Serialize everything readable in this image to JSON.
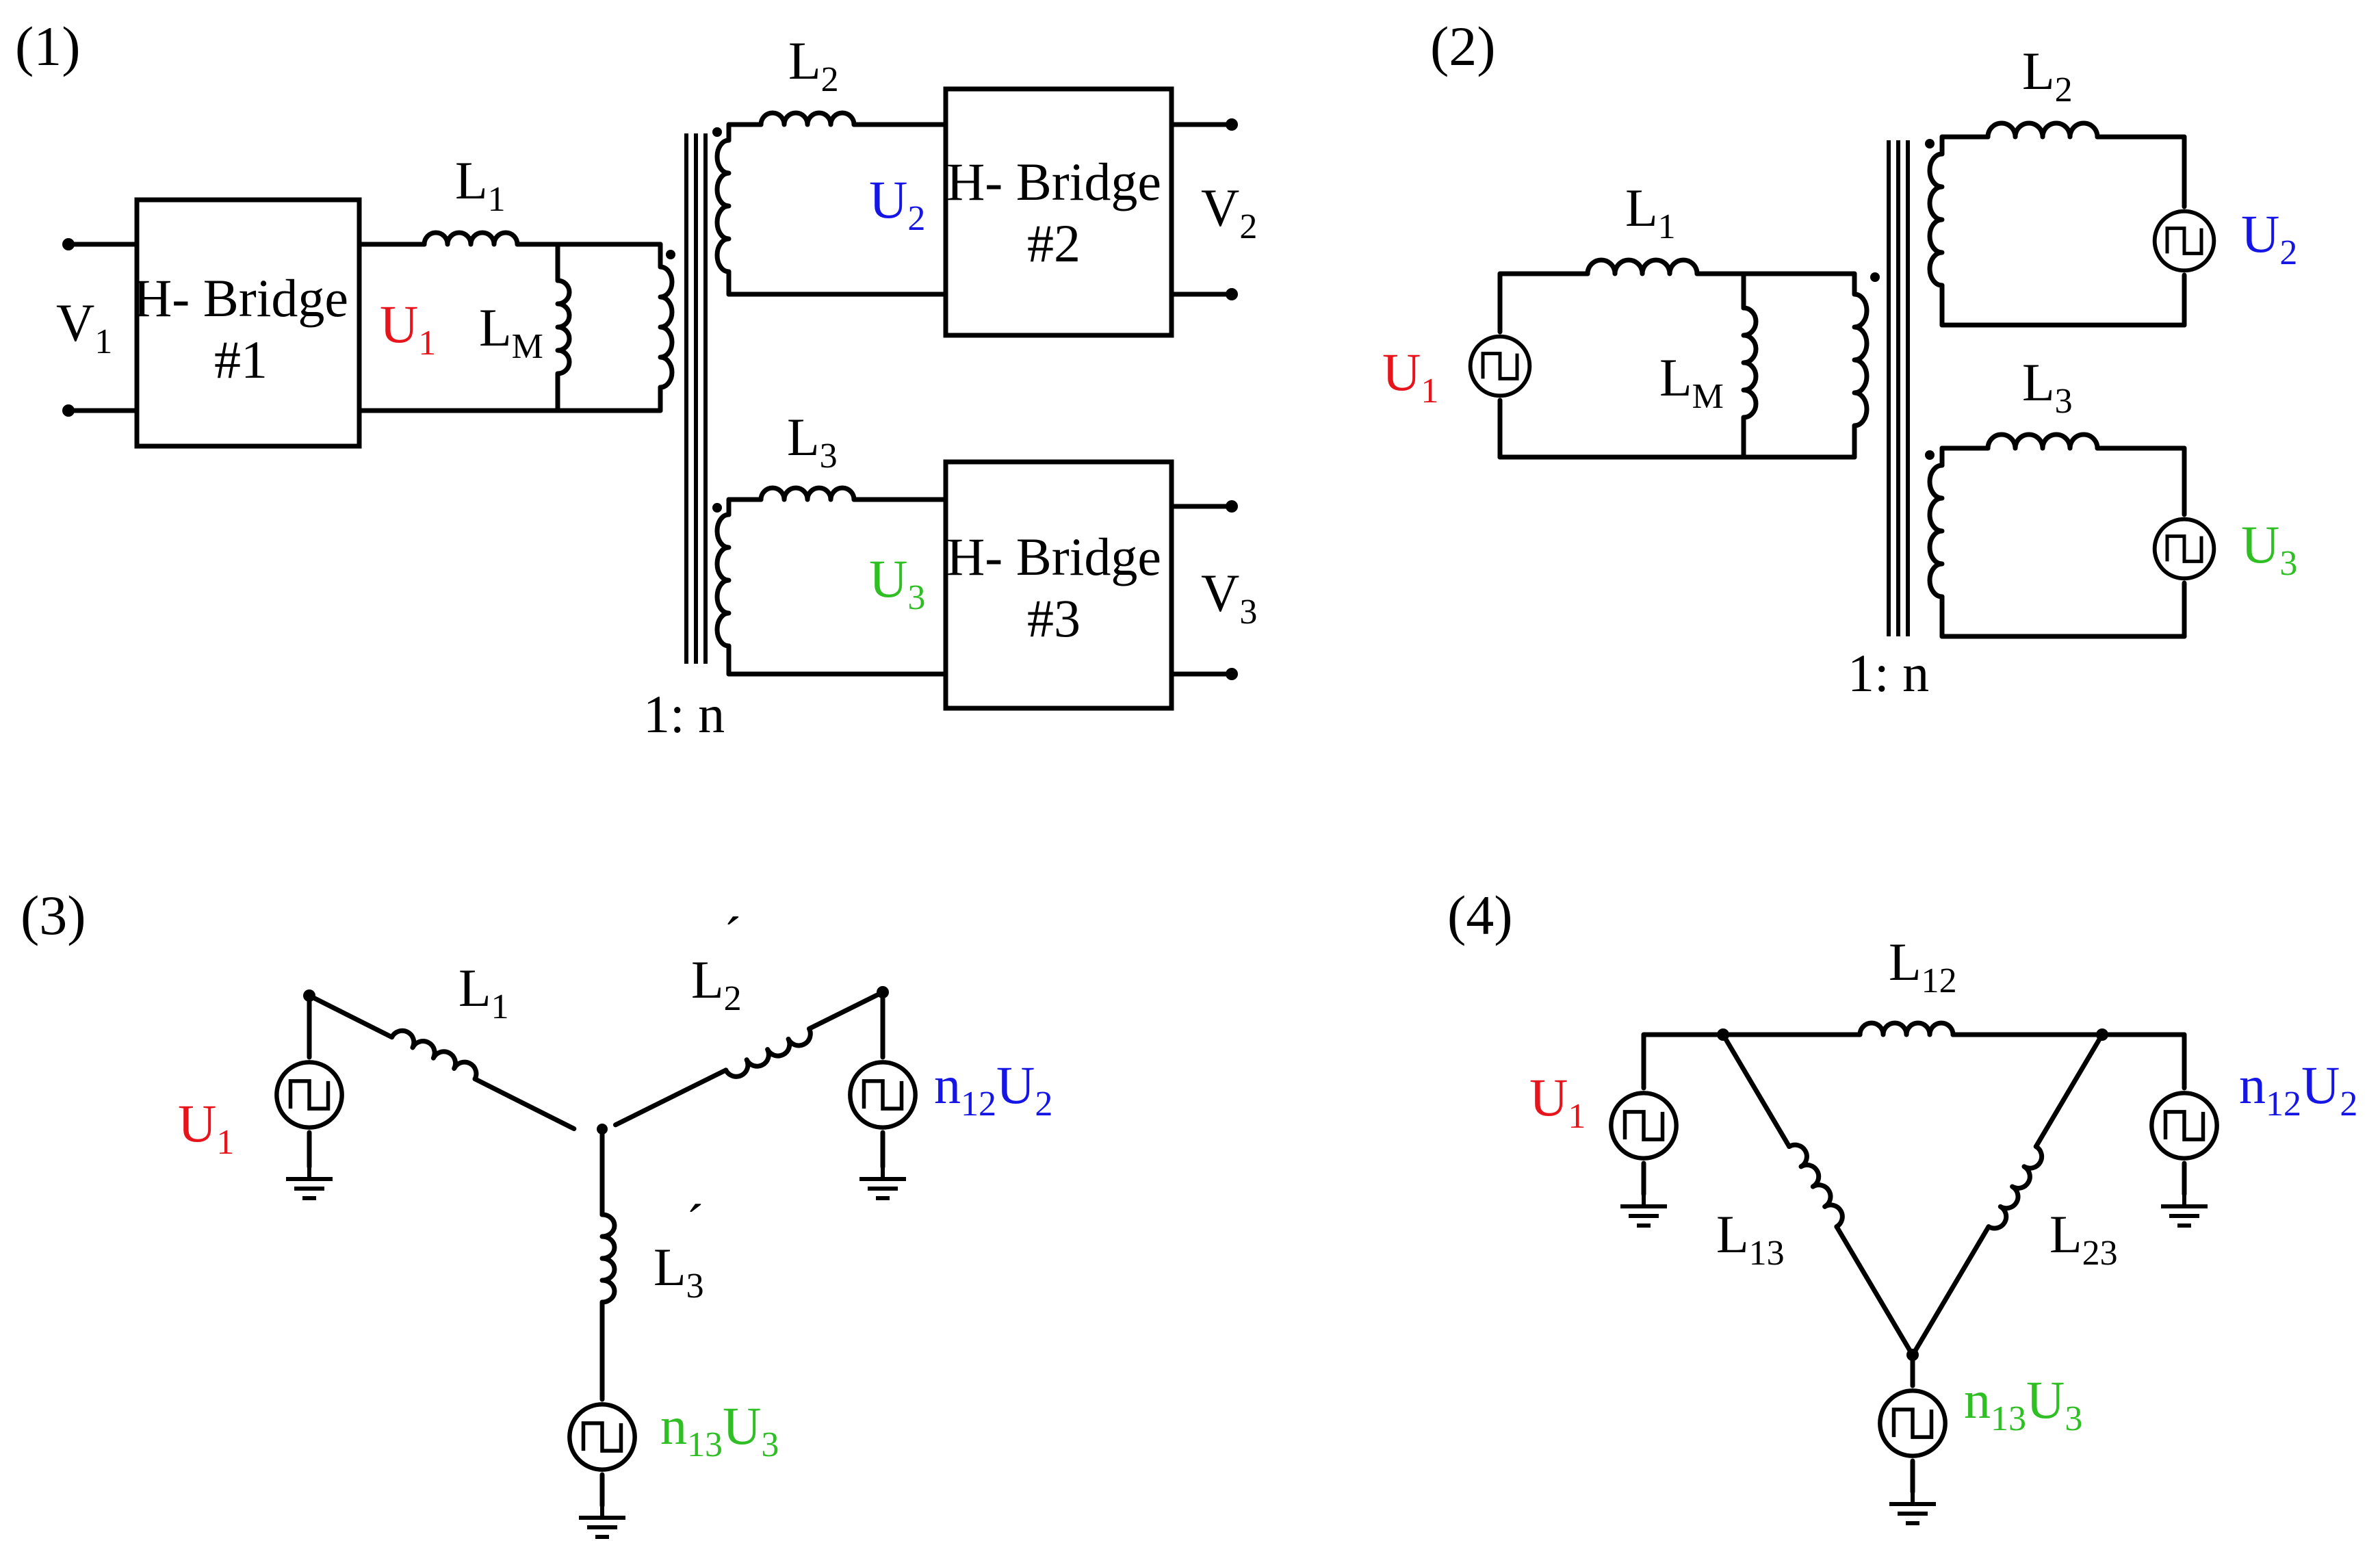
{
  "panels": {
    "p1": {
      "label": "(1)",
      "v1": {
        "main": "V",
        "sub": "1"
      },
      "hb1": {
        "line1": "H- Bridge",
        "line2": "#1"
      },
      "u1": {
        "main": "U",
        "sub": "1"
      },
      "l1": {
        "main": "L",
        "sub": "1"
      },
      "lm": {
        "main": "L",
        "sub": "M"
      },
      "l2": {
        "main": "L",
        "sub": "2"
      },
      "u2": {
        "main": "U",
        "sub": "2"
      },
      "hb2": {
        "line1": "H- Bridge",
        "line2": "#2"
      },
      "v2": {
        "main": "V",
        "sub": "2"
      },
      "l3": {
        "main": "L",
        "sub": "3"
      },
      "u3": {
        "main": "U",
        "sub": "3"
      },
      "hb3": {
        "line1": "H- Bridge",
        "line2": "#3"
      },
      "v3": {
        "main": "V",
        "sub": "3"
      },
      "ratio": "1: n"
    },
    "p2": {
      "label": "(2)",
      "u1": {
        "main": "U",
        "sub": "1"
      },
      "l1": {
        "main": "L",
        "sub": "1"
      },
      "lm": {
        "main": "L",
        "sub": "M"
      },
      "l2": {
        "main": "L",
        "sub": "2"
      },
      "u2": {
        "main": "U",
        "sub": "2"
      },
      "l3": {
        "main": "L",
        "sub": "3"
      },
      "u3": {
        "main": "U",
        "sub": "3"
      },
      "ratio": "1: n"
    },
    "p3": {
      "label": "(3)",
      "u1": {
        "main": "U",
        "sub": "1"
      },
      "l1": {
        "main": "L",
        "sub": "1"
      },
      "l2p": {
        "main": "L",
        "sub": "2",
        "prime": "´"
      },
      "l3p": {
        "main": "L",
        "sub": "3",
        "prime": "´"
      },
      "n12u2": {
        "pre": "n",
        "presub": "12",
        "main": "U",
        "sub": "2"
      },
      "n13u3": {
        "pre": "n",
        "presub": "13",
        "main": "U",
        "sub": "3"
      }
    },
    "p4": {
      "label": "(4)",
      "u1": {
        "main": "U",
        "sub": "1"
      },
      "l12": {
        "main": "L",
        "sub": "12"
      },
      "l13": {
        "main": "L",
        "sub": "13"
      },
      "l23": {
        "main": "L",
        "sub": "23"
      },
      "n12u2": {
        "pre": "n",
        "presub": "12",
        "main": "U",
        "sub": "2"
      },
      "n13u3": {
        "pre": "n",
        "presub": "13",
        "main": "U",
        "sub": "3"
      }
    }
  },
  "colors": {
    "u1": "#e8141c",
    "u2": "#1515e6",
    "u3": "#2fbf24",
    "ink": "#000000"
  }
}
